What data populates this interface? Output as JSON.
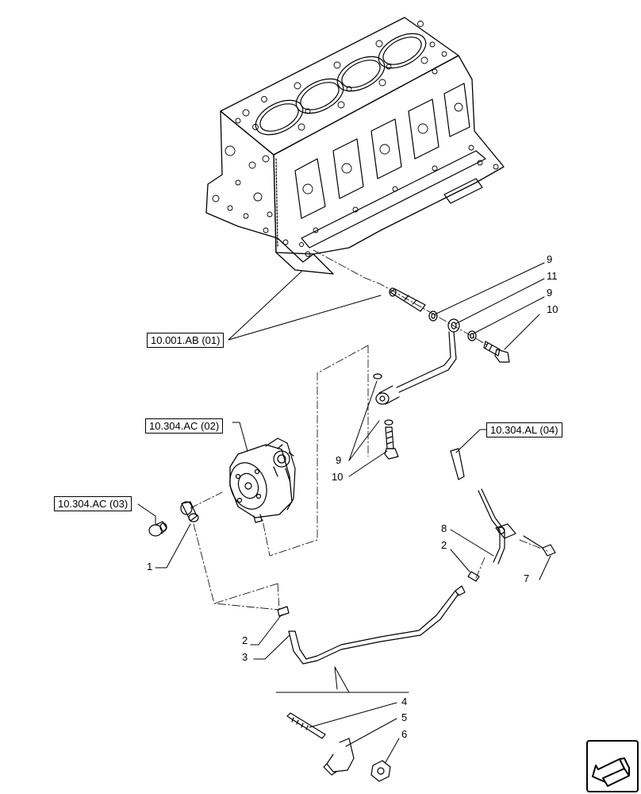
{
  "references": {
    "ab01": "10.001.AB (01)",
    "ac02": "10.304.AC (02)",
    "ac03": "10.304.AC (03)",
    "al04": "10.304.AL (04)"
  },
  "callouts": {
    "c9a": "9",
    "c11": "11",
    "c9b": "9",
    "c10a": "10",
    "c9c": "9",
    "c10b": "10",
    "c1": "1",
    "c8": "8",
    "c2a": "2",
    "c7": "7",
    "c2b": "2",
    "c3": "3",
    "c4": "4",
    "c5": "5",
    "c6": "6"
  },
  "icons": {
    "nav": "next-page-arrow-icon"
  }
}
